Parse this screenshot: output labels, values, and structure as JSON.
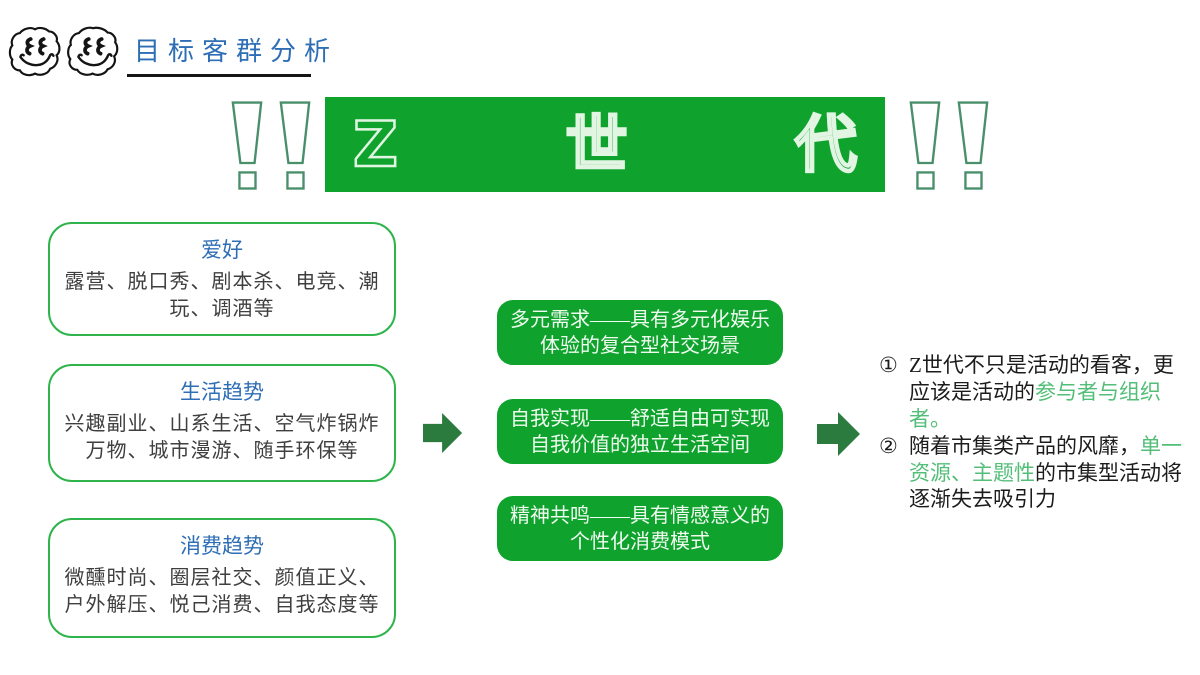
{
  "header": {
    "title": "目标客群分析",
    "icons": [
      "smiley-icon",
      "smiley-icon"
    ]
  },
  "banner": {
    "chars": [
      "Z",
      "世",
      "代"
    ],
    "decorations": [
      "exclamation-icon",
      "exclamation-icon",
      "exclamation-icon",
      "exclamation-icon"
    ]
  },
  "left_cards": [
    {
      "title": "爱好",
      "body": "露营、脱口秀、剧本杀、电竞、潮玩、调酒等"
    },
    {
      "title": "生活趋势",
      "body": "兴趣副业、山系生活、空气炸锅炸万物、城市漫游、随手环保等"
    },
    {
      "title": "消费趋势",
      "body": "微醺时尚、圈层社交、颜值正义、户外解压、悦己消费、自我态度等"
    }
  ],
  "arrows": [
    "arrow-right-icon",
    "arrow-right-icon"
  ],
  "middle_pills": [
    "多元需求——具有多元化娱乐体验的复合型社交场景",
    "自我实现——舒适自由可实现自我价值的独立生活空间",
    "精神共鸣——具有情感意义的个性化消费模式"
  ],
  "right_notes": [
    {
      "marker": "①",
      "pre": "Z世代不只是活动的看客，更应该是活动的",
      "highlight": "参与者与组织者。",
      "post": ""
    },
    {
      "marker": "②",
      "pre": "随着市集类产品的风靡，",
      "highlight": "单一资源、主题性",
      "post": "的市集型活动将逐渐失去吸引力"
    }
  ],
  "colors": {
    "brand_green": "#0FA32E",
    "card_border_green": "#2FB44B",
    "arrow_green": "#2B7B3F",
    "exclamation_stroke": "#4A8F6B",
    "highlight_green": "#53BE78",
    "title_blue": "#2E6EB5",
    "body_text": "#3F3F3F",
    "notes_text": "#1C1C1C",
    "banner_outline": "#E2F5E3"
  }
}
